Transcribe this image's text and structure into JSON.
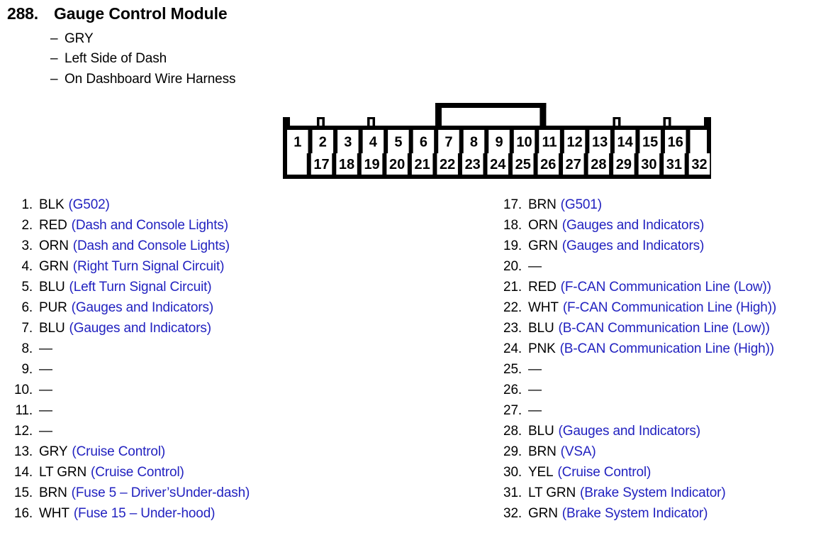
{
  "header": {
    "number": "288.",
    "title": "Gauge Control Module",
    "sublines": [
      {
        "dash": "–",
        "text": "GRY"
      },
      {
        "dash": "–",
        "text": "Left Side of Dash"
      },
      {
        "dash": "–",
        "text": "On Dashboard Wire Harness"
      }
    ]
  },
  "connector": {
    "name": "32-pin-connector",
    "top_row_pins": [
      "1",
      "2",
      "3",
      "4",
      "5",
      "6",
      "7",
      "8",
      "9",
      "10",
      "11",
      "12",
      "13",
      "14",
      "15",
      "16"
    ],
    "bottom_row_pins": [
      "17",
      "18",
      "19",
      "20",
      "21",
      "22",
      "23",
      "24",
      "25",
      "26",
      "27",
      "28",
      "29",
      "30",
      "31",
      "32"
    ],
    "lock_tab_span": [
      "7",
      "10"
    ]
  },
  "colors": {
    "wire_label": "#000000",
    "circuit_description": "#2222c0",
    "connector_outline": "#000000"
  },
  "pins_left": [
    {
      "index": "1.",
      "color": "BLK",
      "desc": "(G502)"
    },
    {
      "index": "2.",
      "color": "RED",
      "desc": "(Dash and Console Lights)"
    },
    {
      "index": "3.",
      "color": "ORN",
      "desc": "(Dash and Console Lights)"
    },
    {
      "index": "4.",
      "color": "GRN",
      "desc": "(Right Turn Signal Circuit)"
    },
    {
      "index": "5.",
      "color": "BLU",
      "desc": "(Left Turn Signal Circuit)"
    },
    {
      "index": "6.",
      "color": "PUR",
      "desc": "(Gauges and Indicators)"
    },
    {
      "index": "7.",
      "color": "BLU",
      "desc": "(Gauges and Indicators)"
    },
    {
      "index": "8.",
      "color": "—",
      "desc": ""
    },
    {
      "index": "9.",
      "color": "—",
      "desc": ""
    },
    {
      "index": "10.",
      "color": "—",
      "desc": ""
    },
    {
      "index": "11.",
      "color": "—",
      "desc": ""
    },
    {
      "index": "12.",
      "color": "—",
      "desc": ""
    },
    {
      "index": "13.",
      "color": "GRY",
      "desc": "(Cruise Control)"
    },
    {
      "index": "14.",
      "color": "LT GRN",
      "desc": "(Cruise Control)"
    },
    {
      "index": "15.",
      "color": "BRN",
      "desc": "(Fuse 5 – Driver’sUnder-dash)"
    },
    {
      "index": "16.",
      "color": "WHT",
      "desc": "(Fuse 15 – Under-hood)"
    }
  ],
  "pins_right": [
    {
      "index": "17.",
      "color": "BRN",
      "desc": "(G501)"
    },
    {
      "index": "18.",
      "color": "ORN",
      "desc": "(Gauges and Indicators)"
    },
    {
      "index": "19.",
      "color": "GRN",
      "desc": "(Gauges and Indicators)"
    },
    {
      "index": "20.",
      "color": "—",
      "desc": ""
    },
    {
      "index": "21.",
      "color": "RED",
      "desc": "(F-CAN Communication Line (Low))"
    },
    {
      "index": "22.",
      "color": "WHT",
      "desc": "(F-CAN Communication Line (High))"
    },
    {
      "index": "23.",
      "color": "BLU",
      "desc": "(B-CAN Communication Line (Low))"
    },
    {
      "index": "24.",
      "color": "PNK",
      "desc": "(B-CAN Communication Line (High))"
    },
    {
      "index": "25.",
      "color": "—",
      "desc": ""
    },
    {
      "index": "26.",
      "color": "—",
      "desc": ""
    },
    {
      "index": "27.",
      "color": "—",
      "desc": ""
    },
    {
      "index": "28.",
      "color": "BLU",
      "desc": "(Gauges and Indicators)"
    },
    {
      "index": "29.",
      "color": "BRN",
      "desc": "(VSA)"
    },
    {
      "index": "30.",
      "color": "YEL",
      "desc": "(Cruise Control)"
    },
    {
      "index": "31.",
      "color": "LT GRN",
      "desc": "(Brake System Indicator)"
    },
    {
      "index": "32.",
      "color": "GRN",
      "desc": "(Brake System Indicator)"
    }
  ]
}
